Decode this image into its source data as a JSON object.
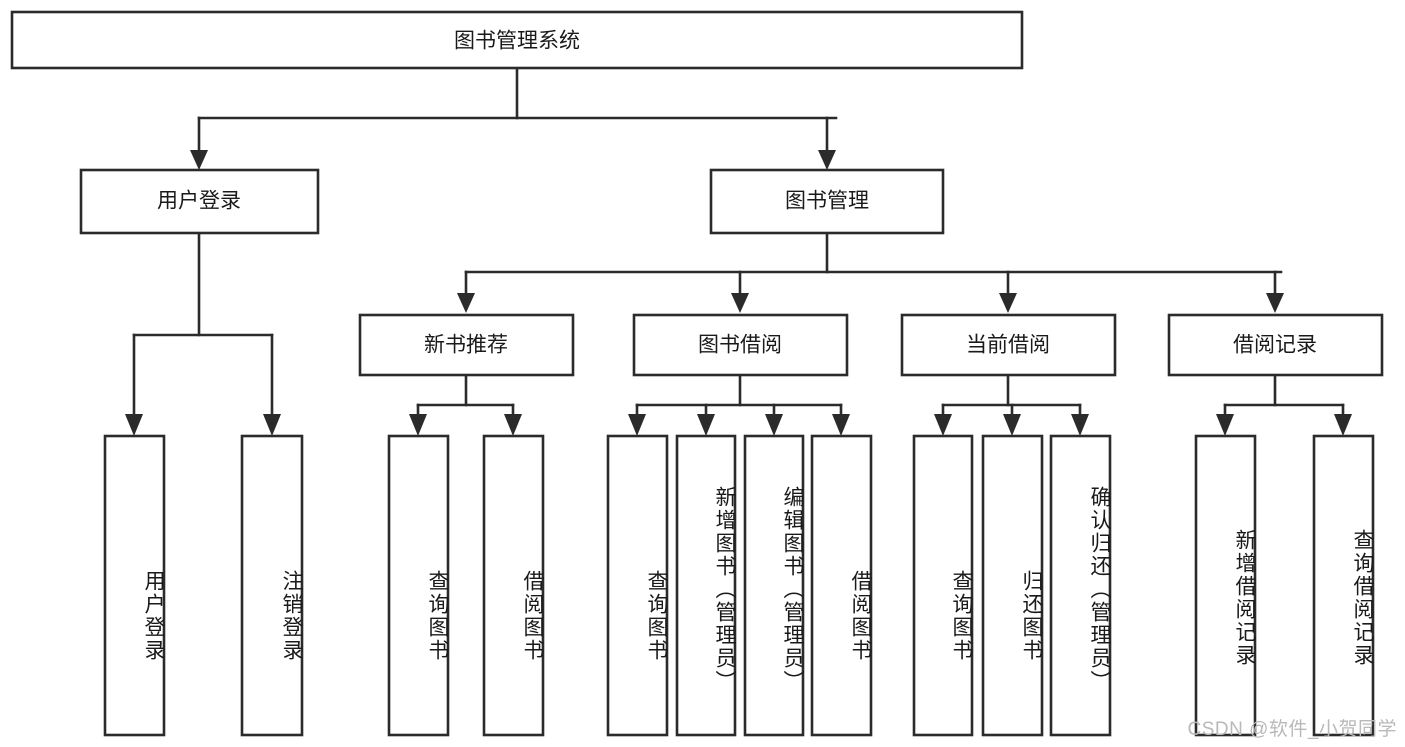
{
  "diagram": {
    "type": "tree",
    "title_node": {
      "id": "root",
      "label": "图书管理系统"
    },
    "level2": [
      {
        "id": "user-login",
        "label": "用户登录"
      },
      {
        "id": "book-manage",
        "label": "图书管理"
      }
    ],
    "level3": [
      {
        "id": "new-book-recommend",
        "label": "新书推荐",
        "parent": "book-manage"
      },
      {
        "id": "book-borrow",
        "label": "图书借阅",
        "parent": "book-manage"
      },
      {
        "id": "current-borrow",
        "label": "当前借阅",
        "parent": "book-manage"
      },
      {
        "id": "borrow-record",
        "label": "借阅记录",
        "parent": "book-manage"
      }
    ],
    "leaves": [
      {
        "id": "leaf-user-login",
        "label": "用户登录",
        "parent": "user-login"
      },
      {
        "id": "leaf-logout-login",
        "label": "注销登录",
        "parent": "user-login"
      },
      {
        "id": "leaf-query-book-1",
        "label": "查询图书",
        "parent": "new-book-recommend"
      },
      {
        "id": "leaf-borrow-book-1",
        "label": "借阅图书",
        "parent": "new-book-recommend"
      },
      {
        "id": "leaf-query-book-2",
        "label": "查询图书",
        "parent": "book-borrow"
      },
      {
        "id": "leaf-add-book",
        "label": "新增图书（管理员）",
        "parent": "book-borrow"
      },
      {
        "id": "leaf-edit-book",
        "label": "编辑图书（管理员）",
        "parent": "book-borrow"
      },
      {
        "id": "leaf-borrow-book-2",
        "label": "借阅图书",
        "parent": "book-borrow"
      },
      {
        "id": "leaf-query-book-3",
        "label": "查询图书",
        "parent": "current-borrow"
      },
      {
        "id": "leaf-return-book",
        "label": "归还图书",
        "parent": "current-borrow"
      },
      {
        "id": "leaf-confirm-return",
        "label": "确认归还（管理员）",
        "parent": "current-borrow"
      },
      {
        "id": "leaf-add-record",
        "label": "新增借阅记录",
        "parent": "borrow-record"
      },
      {
        "id": "leaf-query-record",
        "label": "查询借阅记录",
        "parent": "borrow-record"
      }
    ],
    "colors": {
      "stroke": "#2b2b2b",
      "fill": "#ffffff",
      "text": "#1a1a1a",
      "watermark": "#b9b9b9"
    }
  },
  "watermark": {
    "text": "CSDN @软件_小贺同学"
  }
}
